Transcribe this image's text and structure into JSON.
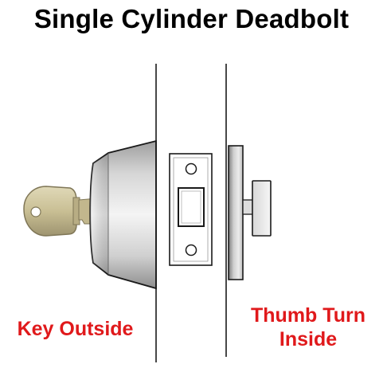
{
  "title": "Single Cylinder Deadbolt",
  "labels": {
    "outside": "Key Outside",
    "inside_line1": "Thumb Turn",
    "inside_line2": "Inside"
  },
  "colors": {
    "title": "#000000",
    "label": "#e0191b",
    "outline": "#1a1a1a"
  },
  "components": [
    "key-icon",
    "cylinder-housing",
    "door-face-lines",
    "strike-plate",
    "thumb-turn"
  ]
}
